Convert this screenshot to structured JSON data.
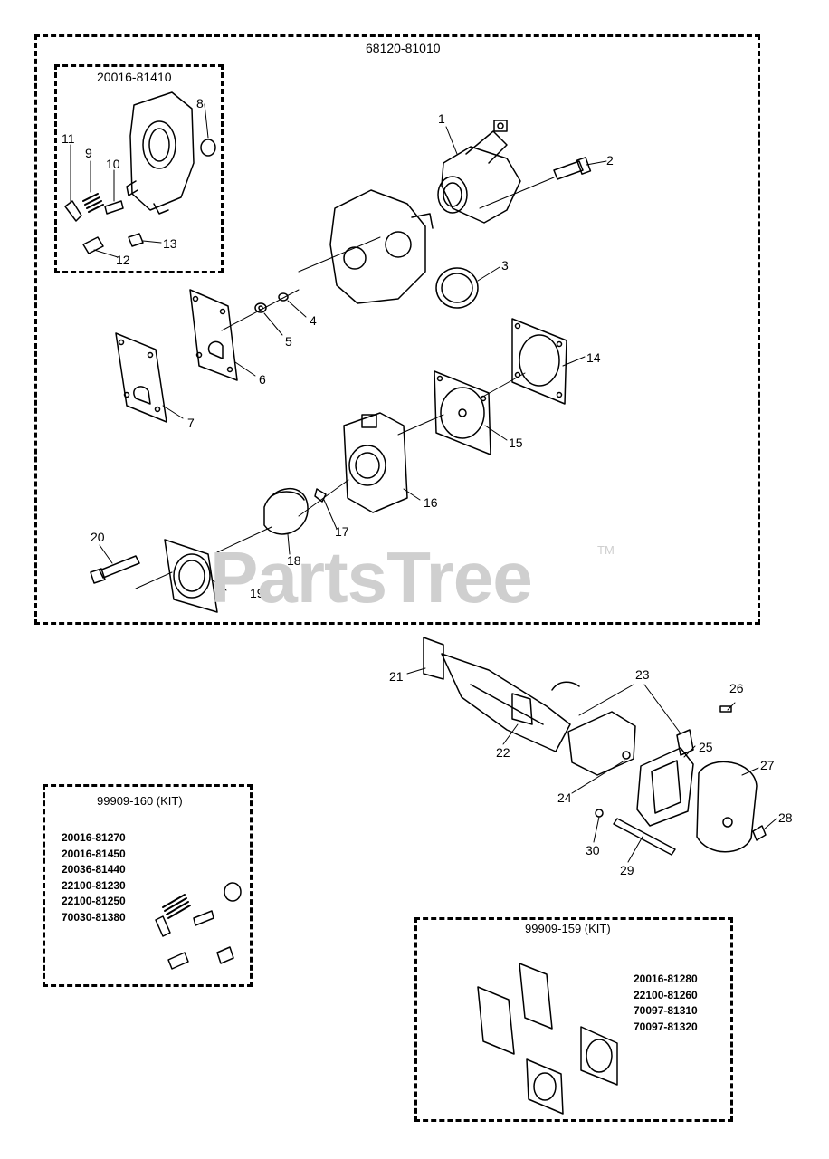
{
  "main_assembly": {
    "number": "68120-81010"
  },
  "sub_assembly": {
    "number": "20016-81410"
  },
  "kit_160": {
    "title": "99909-160 (KIT)",
    "parts": [
      "20016-81270",
      "20016-81450",
      "20036-81440",
      "22100-81230",
      "22100-81250",
      "70030-81380"
    ]
  },
  "kit_159": {
    "title": "99909-159 (KIT)",
    "parts": [
      "20016-81280",
      "22100-81260",
      "70097-81310",
      "70097-81320"
    ]
  },
  "callouts": [
    "1",
    "2",
    "3",
    "4",
    "5",
    "6",
    "7",
    "8",
    "9",
    "10",
    "11",
    "12",
    "13",
    "14",
    "15",
    "16",
    "17",
    "18",
    "19",
    "20",
    "21",
    "22",
    "23",
    "24",
    "25",
    "26",
    "27",
    "28",
    "29",
    "30"
  ],
  "watermark": {
    "text": "PartsTree",
    "tm": "TM"
  }
}
